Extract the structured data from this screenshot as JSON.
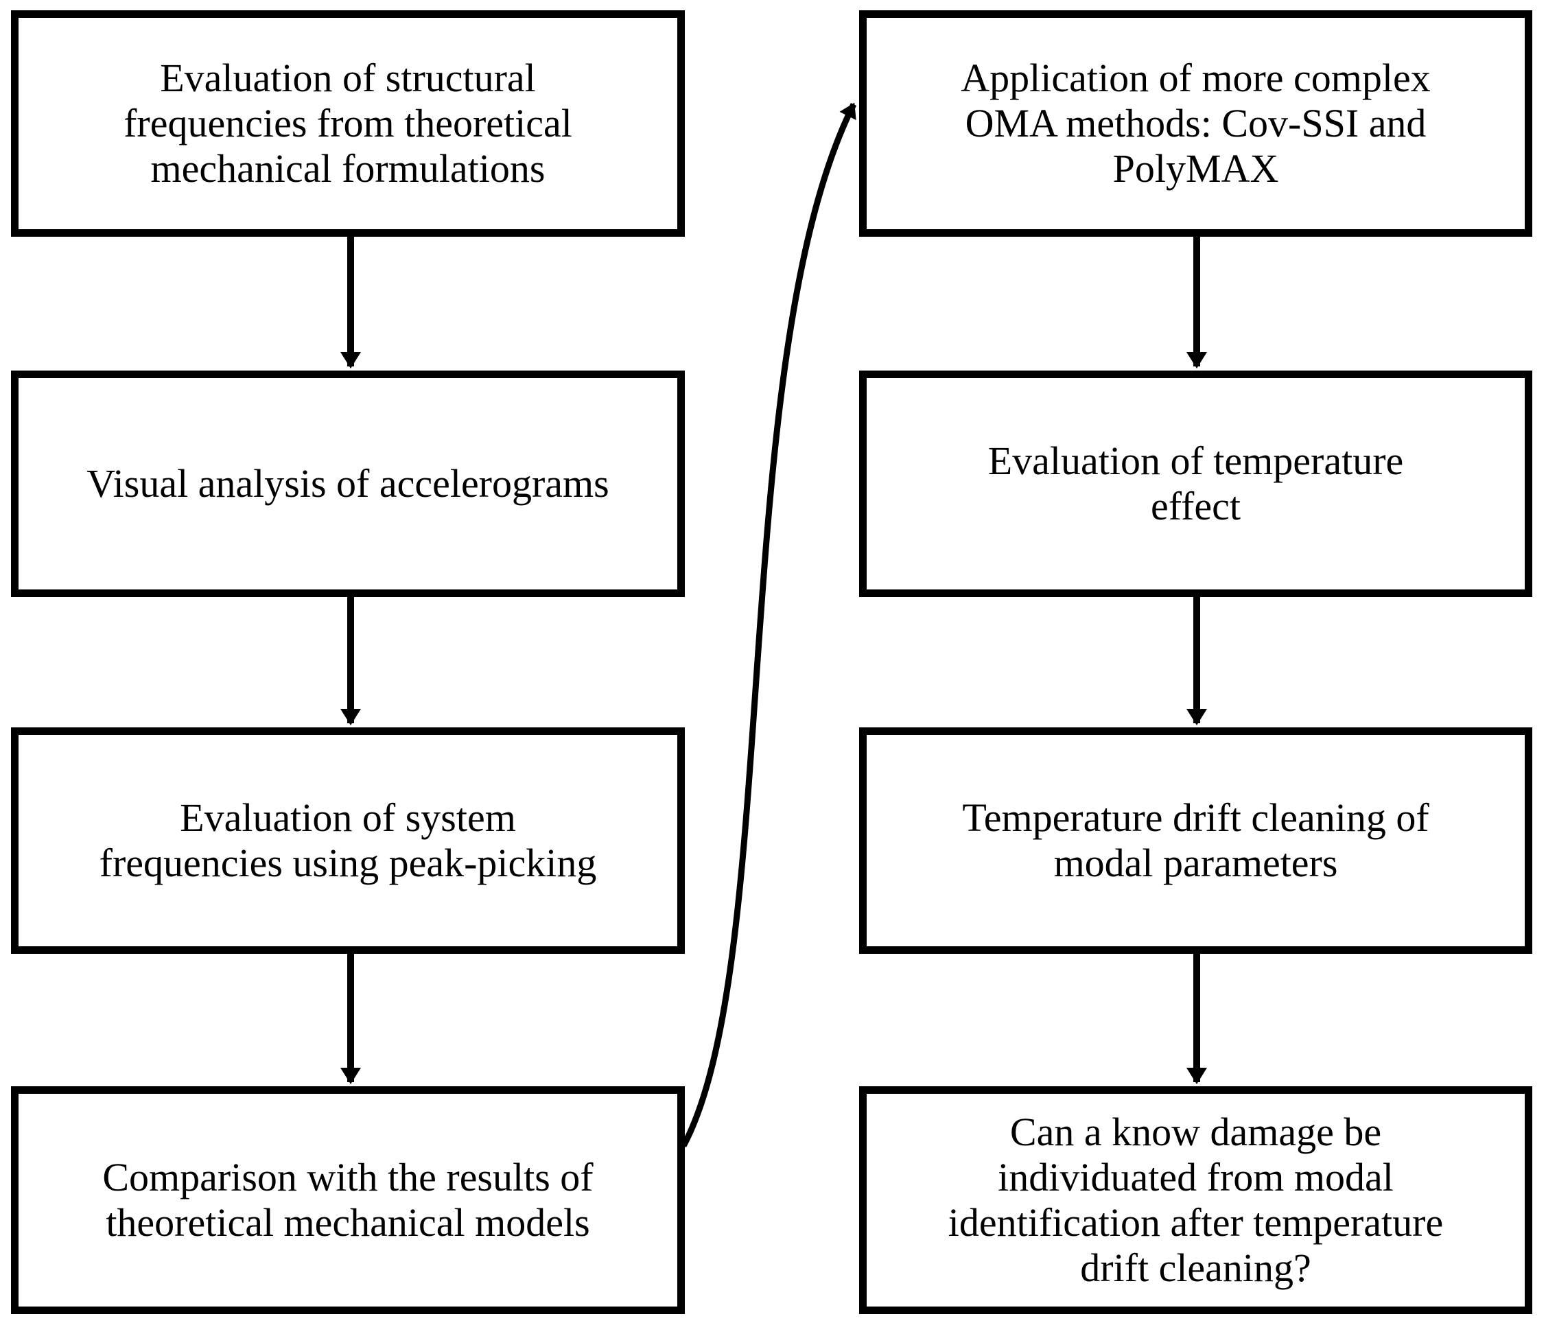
{
  "figure": {
    "type": "flowchart",
    "colors": {
      "ink": "#000000",
      "paper": "#ffffff"
    },
    "left_column": [
      {
        "id": "l1",
        "label": "Evaluation of structural\nfrequencies from theoretical\nmechanical formulations"
      },
      {
        "id": "l2",
        "label": "Visual analysis of accelerograms"
      },
      {
        "id": "l3",
        "label": "Evaluation of system\nfrequencies using peak-picking"
      },
      {
        "id": "l4",
        "label": "Comparison with the results of\ntheoretical mechanical models"
      }
    ],
    "right_column": [
      {
        "id": "r1",
        "label": "Application of more complex\nOMA methods: Cov-SSI and\nPolyMAX"
      },
      {
        "id": "r2",
        "label": "Evaluation of temperature\neffect"
      },
      {
        "id": "r3",
        "label": "Temperature drift cleaning of\nmodal parameters"
      },
      {
        "id": "r4",
        "label": "Can a know damage be\nindividuated from modal\nidentification after temperature\ndrift cleaning?"
      }
    ],
    "connections": [
      {
        "from": "l1",
        "to": "l2",
        "style": "straight-down-arrow"
      },
      {
        "from": "l2",
        "to": "l3",
        "style": "straight-down-arrow"
      },
      {
        "from": "l3",
        "to": "l4",
        "style": "straight-down-arrow"
      },
      {
        "from": "l4",
        "to": "r1",
        "style": "curved-arrow"
      },
      {
        "from": "r1",
        "to": "r2",
        "style": "straight-down-arrow"
      },
      {
        "from": "r2",
        "to": "r3",
        "style": "straight-down-arrow"
      },
      {
        "from": "r3",
        "to": "r4",
        "style": "straight-down-arrow"
      }
    ]
  }
}
